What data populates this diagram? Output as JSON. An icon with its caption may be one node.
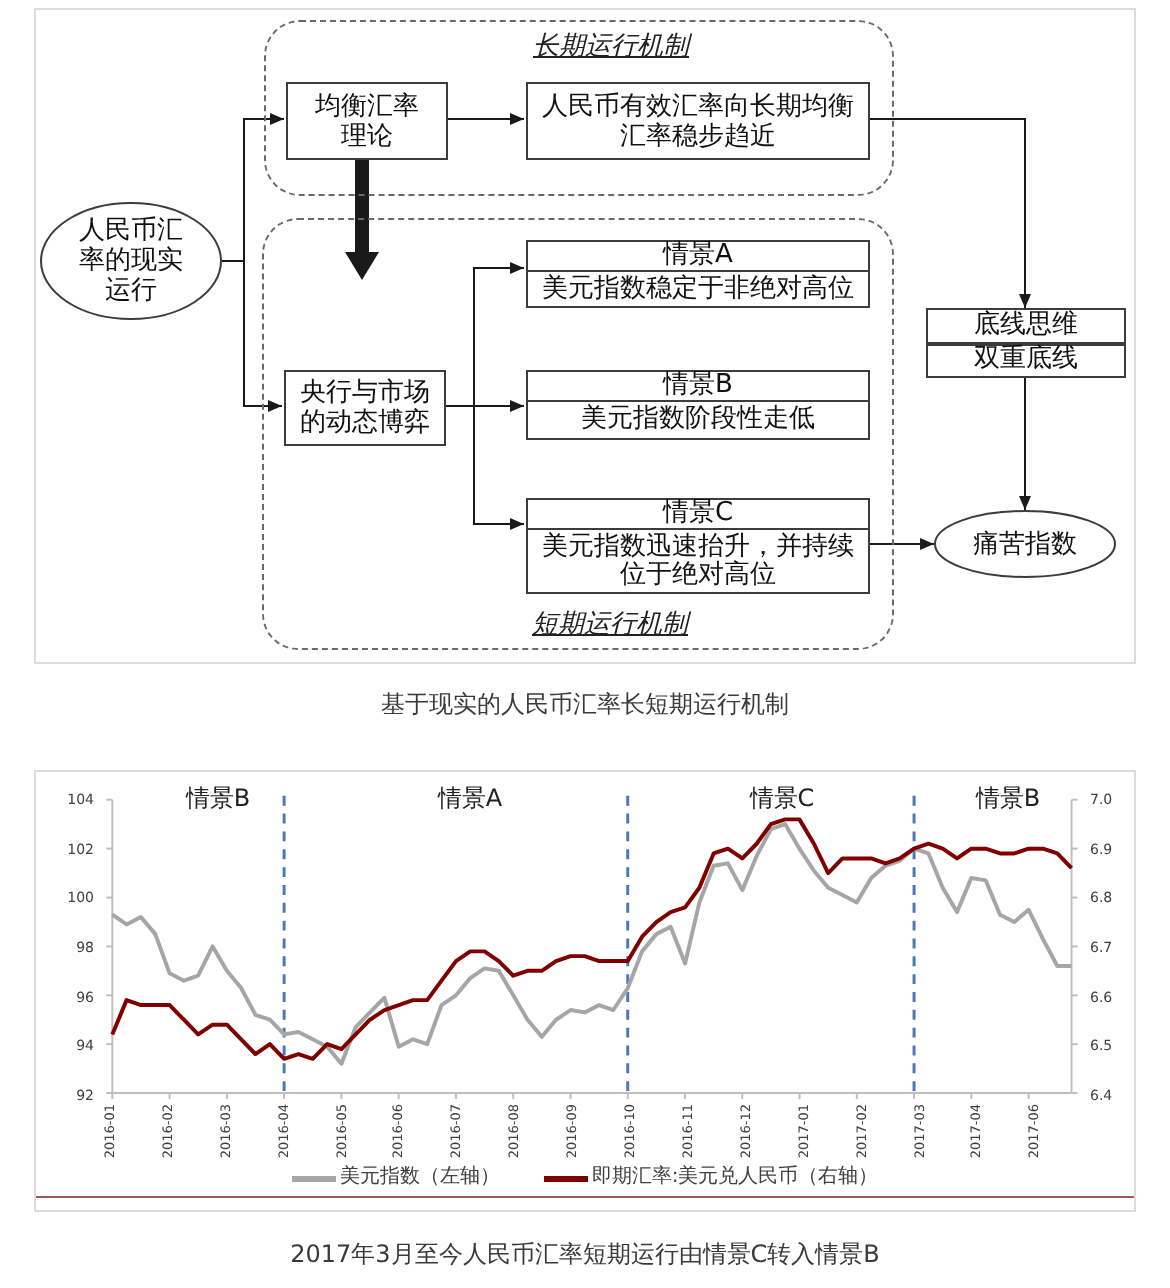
{
  "diagram": {
    "caption": "基于现实的人民币汇率长短期运行机制",
    "nodes": [
      {
        "text": [
          "长期运行机制"
        ]
      },
      {
        "text": [
          "均衡汇率理论"
        ],
        "in": 0
      },
      {
        "text": [
          "人民币有效汇率向长期均衡汇率稳步趋近"
        ],
        "in": 0
      },
      {
        "text": [
          "人民币汇率的现实运行"
        ]
      },
      {
        "text": [
          "底线思维",
          "双重底线"
        ]
      },
      {
        "text": [
          "短期运行机制"
        ]
      },
      {
        "text": [
          "情景A",
          "美元指数稳定于非绝对高位"
        ],
        "in": 5
      },
      {
        "text": [
          "央行与市场的动态博弈"
        ],
        "in": 5
      },
      {
        "text": [
          "情景B",
          "美元指数阶段性走低"
        ],
        "in": 5
      },
      {
        "text": [
          "情景C",
          "美元指数迅速抬升，并持续位于绝对高位"
        ],
        "in": 5
      },
      {
        "text": [
          "痛苦指数"
        ]
      }
    ],
    "edges": [
      {
        "from": 3,
        "to": 1,
        "arrow": "to"
      },
      {
        "from": 3,
        "to": 7,
        "arrow": "to"
      },
      {
        "from": 1,
        "to": 2,
        "arrow": "to"
      },
      {
        "from": 2,
        "to": 4,
        "arrow": "to"
      },
      {
        "from": 1,
        "to": 5,
        "arrow": "to",
        "style": "thick"
      },
      {
        "from": 7,
        "to": 6,
        "arrow": "to"
      },
      {
        "from": 7,
        "to": 8,
        "arrow": "to"
      },
      {
        "from": 7,
        "to": 9,
        "arrow": "to"
      },
      {
        "from": 9,
        "to": 10,
        "arrow": "to"
      },
      {
        "from": 4,
        "to": 10,
        "arrow": "to"
      }
    ],
    "chart_data": {
      "type": "line",
      "title": "2017年3月至今人民币汇率短期运行由情景C转入情景B",
      "categories": [
        "2016-01",
        null,
        null,
        null,
        "2016-02",
        null,
        null,
        null,
        "2016-03",
        null,
        null,
        null,
        "2016-04",
        null,
        null,
        null,
        "2016-05",
        null,
        null,
        null,
        "2016-06",
        null,
        null,
        null,
        "2016-07",
        null,
        null,
        null,
        "2016-08",
        null,
        null,
        null,
        "2016-09",
        null,
        null,
        null,
        "2016-10",
        null,
        null,
        null,
        "2016-11",
        null,
        null,
        null,
        "2016-12",
        null,
        null,
        null,
        "2017-01",
        null,
        null,
        null,
        "2017-02",
        null,
        null,
        null,
        "2017-03",
        null,
        null,
        null,
        "2017-04",
        null,
        null,
        null,
        "2017-06",
        null,
        null,
        null
      ],
      "ylim": [
        92,
        104
      ],
      "yticks": [
        104,
        102,
        100,
        98,
        96,
        94,
        92
      ],
      "y2lim": [
        6.4,
        7.0
      ],
      "y2ticks": [
        {
          "value": 7,
          "label": "7.0"
        },
        6.9,
        6.8,
        6.7,
        6.6,
        6.5,
        6.4
      ],
      "series": [
        {
          "name": "美元指数（左轴）",
          "color": "#a6a6a6",
          "values": [
            99.3,
            98.9,
            99.2,
            98.5,
            96.9,
            96.6,
            96.8,
            98.0,
            97.0,
            96.3,
            95.2,
            95.0,
            94.4,
            94.5,
            94.2,
            93.9,
            93.2,
            94.7,
            95.3,
            95.9,
            93.9,
            94.2,
            94.0,
            95.6,
            96.0,
            96.7,
            97.1,
            97.0,
            96.0,
            95.0,
            94.3,
            95.0,
            95.4,
            95.3,
            95.6,
            95.4,
            96.3,
            97.8,
            98.5,
            98.8,
            97.3,
            99.8,
            101.3,
            101.4,
            100.3,
            101.7,
            102.8,
            103.0,
            102.0,
            101.1,
            100.4,
            100.1,
            99.8,
            100.8,
            101.3,
            101.5,
            102.0,
            101.8,
            100.4,
            99.4,
            100.8,
            100.7,
            99.3,
            99.0,
            99.5,
            98.3,
            97.2,
            97.2
          ]
        },
        {
          "name": "即期汇率:美元兑人民币（右轴）",
          "color": "#800000",
          "axis": "y2",
          "values": [
            6.52,
            6.59,
            6.58,
            6.58,
            6.58,
            6.55,
            6.52,
            6.54,
            6.54,
            6.51,
            6.48,
            6.5,
            6.47,
            6.48,
            6.47,
            6.5,
            6.49,
            6.52,
            6.55,
            6.57,
            6.58,
            6.59,
            6.59,
            6.63,
            6.67,
            6.69,
            6.69,
            6.67,
            6.64,
            6.65,
            6.65,
            6.67,
            6.68,
            6.68,
            6.67,
            6.67,
            6.67,
            6.72,
            6.75,
            6.77,
            6.78,
            6.82,
            6.89,
            6.9,
            6.88,
            6.91,
            6.95,
            6.96,
            6.96,
            6.91,
            6.85,
            6.88,
            6.88,
            6.88,
            6.87,
            6.88,
            6.9,
            6.91,
            6.9,
            6.88,
            6.9,
            6.9,
            6.89,
            6.89,
            6.9,
            6.9,
            6.89,
            6.86
          ]
        }
      ],
      "ref_lines": [
        {
          "axis": "x",
          "value": "2016-04"
        },
        {
          "axis": "x",
          "value": "2016-10"
        },
        {
          "axis": "x",
          "value": "2017-03"
        }
      ],
      "annotations": [
        "情景B",
        "情景A",
        "情景C",
        "情景B"
      ],
      "legend": "bottom"
    }
  }
}
